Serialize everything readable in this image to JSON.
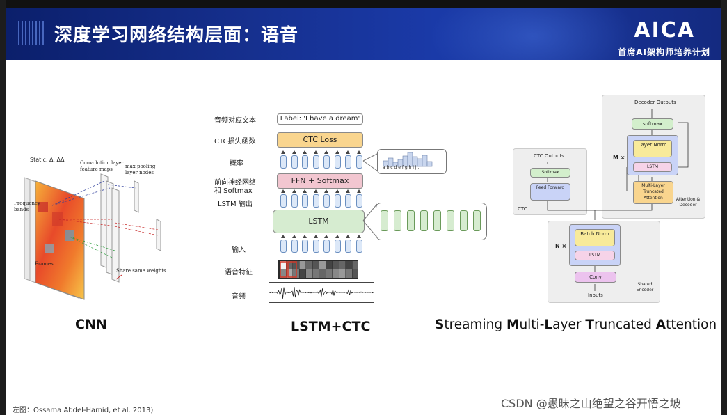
{
  "header": {
    "title": "深度学习网络结构层面：语音",
    "logo": "AICA",
    "logo_sub": "首席AI架构师培养计划"
  },
  "cnn": {
    "caption": "CNN",
    "labels": {
      "static": "Static, Δ, ΔΔ",
      "conv": "Convolution layer feature maps",
      "pool": "max pooling layer nodes",
      "freq": "Frequency bands",
      "frames": "Frames",
      "share": "Share same weights"
    }
  },
  "lstm_ctc": {
    "caption": "LSTM+CTC",
    "row_labels": {
      "text": "音频对应文本",
      "ctc_loss": "CTC损失函数",
      "prob": "概率",
      "ffn": "前向神经网络",
      "ffn2": "和 Softmax",
      "lstm_out": "LSTM 输出",
      "input": "输入",
      "feature": "语音特征",
      "audio": "音频"
    },
    "label_box": "Label: 'I have a dream'",
    "ctc_box": "CTC Loss",
    "ffn_box": "FFN + Softmax",
    "lstm_box": "LSTM",
    "hist_letters": "a b c d e f g h i j .."
  },
  "smlta": {
    "caption_parts": [
      "S",
      "treaming ",
      "M",
      "ulti-",
      "L",
      "ayer ",
      "T",
      "runcated ",
      "A",
      "ttention"
    ],
    "decoder_outputs": "Decoder Outputs",
    "softmax": "softmax",
    "layer_norm": "Layer Norm",
    "lstm": "LSTM",
    "mlta": "Multi-Layer Truncated Attention",
    "m_times": "M ×",
    "attention_decoder": "Attention & Decoder",
    "ctc_outputs": "CTC Outputs",
    "ctc_softmax": "Softmax",
    "feed_forward": "Feed Forward",
    "ctc": "CTC",
    "batch_norm": "Batch Norm",
    "enc_lstm": "LSTM",
    "n_times": "N ×",
    "conv": "Conv",
    "inputs": "Inputs",
    "shared_encoder": "Shared Encoder"
  },
  "footer": "左图：Ossama Abdel-Hamid, et al. 2013)",
  "watermark": "CSDN @愚昧之山绝望之谷开悟之坡",
  "colors": {
    "header_blue": "#16308f",
    "ctc_orange": "#f9d58e",
    "ffn_pink": "#f2c6d0",
    "lstm_green": "#d6ecd0",
    "smlta_yellow": "#f8ea9a",
    "smlta_blue": "#c9d3f7",
    "smlta_green": "#d3efcc",
    "smlta_pink": "#f6d3e8"
  }
}
